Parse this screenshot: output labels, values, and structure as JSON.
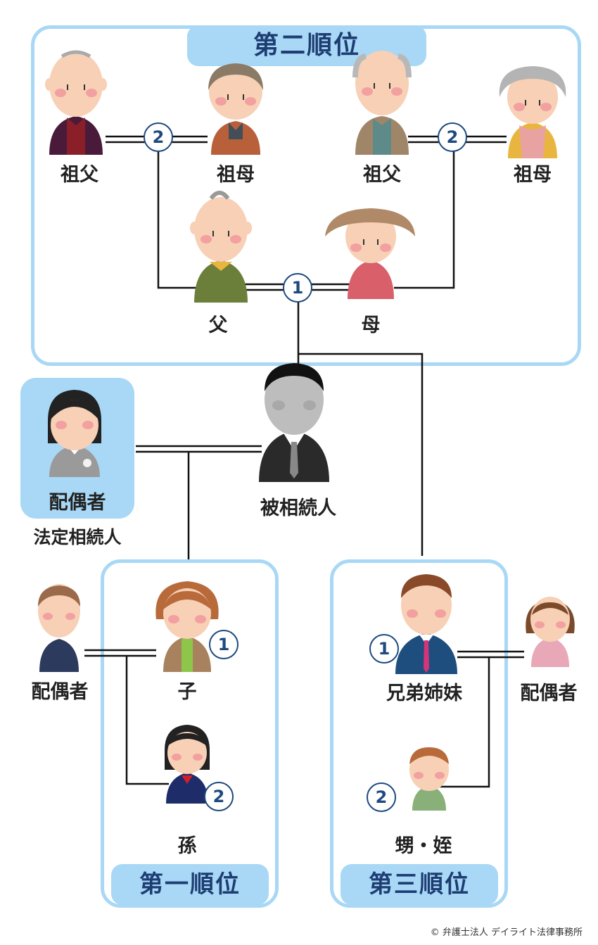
{
  "groups": {
    "second_rank": "第二順位",
    "first_rank": "第一順位",
    "third_rank": "第三順位"
  },
  "people": {
    "paternal_grandfather": "祖父",
    "paternal_grandmother": "祖母",
    "maternal_grandfather": "祖父",
    "maternal_grandmother": "祖母",
    "father": "父",
    "mother": "母",
    "deceased": "被相続人",
    "spouse": "配偶者",
    "spouse_note": "法定相続人",
    "child_spouse": "配偶者",
    "child": "子",
    "grandchild": "孫",
    "sibling": "兄弟姉妹",
    "sibling_spouse": "配偶者",
    "nephew_niece": "甥・姪"
  },
  "badges": {
    "grandparents_left": "2",
    "grandparents_right": "2",
    "parents": "1",
    "child": "1",
    "grandchild": "2",
    "sibling": "1",
    "nephew": "2"
  },
  "colors": {
    "frame": "#a8d8f5",
    "title_text": "#1e3d73",
    "badge": "#1e4a7e"
  },
  "copyright": "© 弁護士法人 デイライト法律事務所"
}
